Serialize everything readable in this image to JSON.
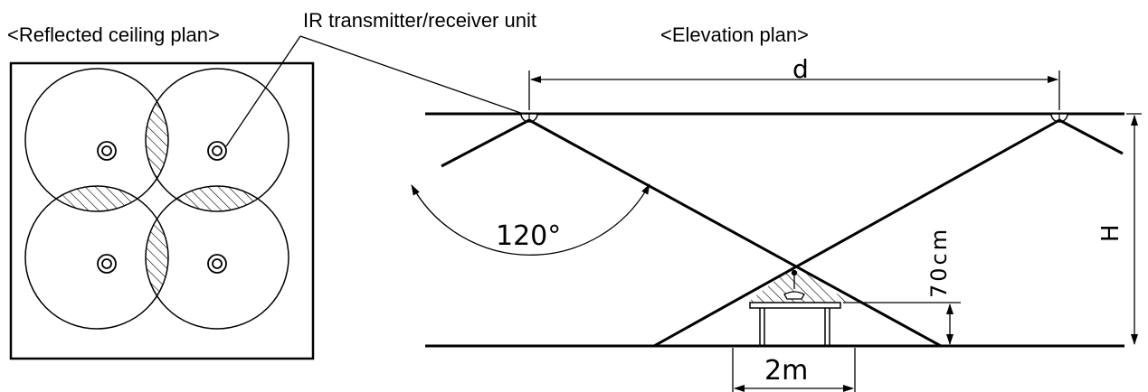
{
  "labels": {
    "reflected_ceiling_plan": "<Reflected ceiling plan>",
    "ir_unit": "IR transmitter/receiver unit",
    "elevation_plan": "<Elevation plan>"
  },
  "dimensions": {
    "distance": "d",
    "angle": "120°",
    "height": "H",
    "table_height": "70cm",
    "coverage_width": "2m"
  },
  "colors": {
    "line": "#000000",
    "background": "#ffffff"
  }
}
